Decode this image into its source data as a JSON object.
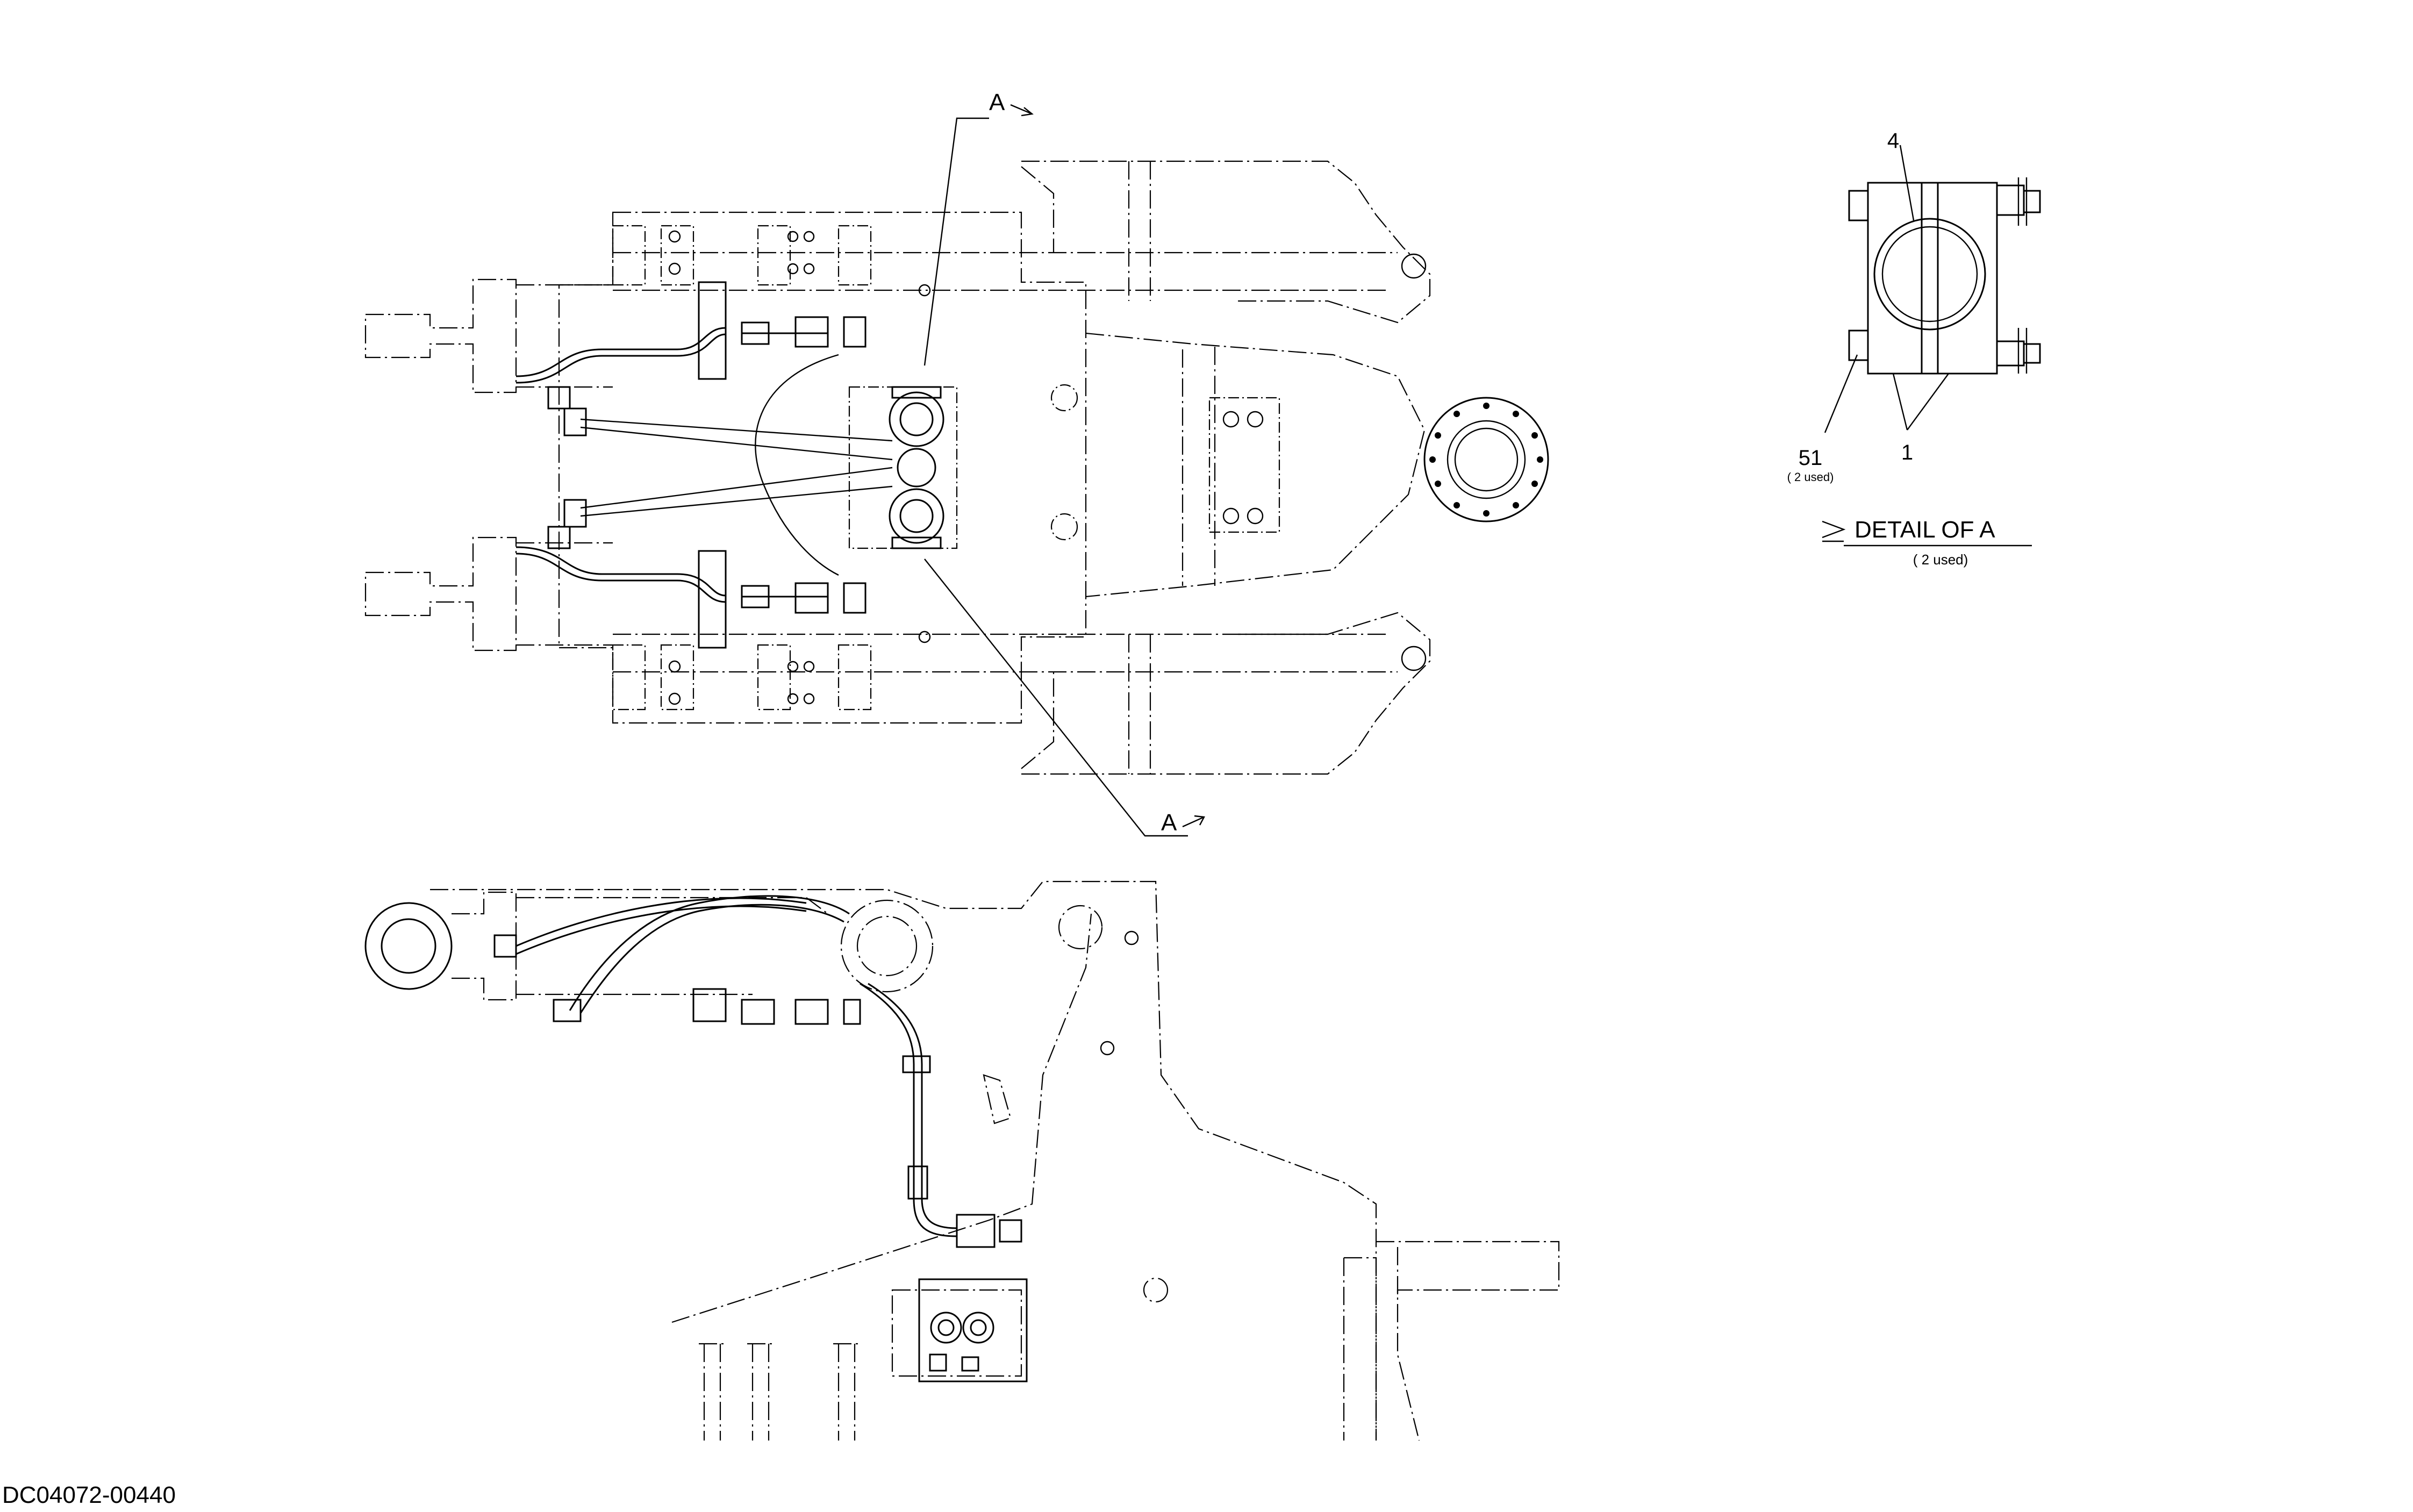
{
  "drawing_id": "DC04072-00440",
  "section_marks": {
    "top": "A",
    "bottom": "A"
  },
  "detail": {
    "title": "DETAIL OF A",
    "qty": "( 2 used)"
  },
  "callouts": [
    {
      "id": "4",
      "note": ""
    },
    {
      "id": "51",
      "note": "( 2 used)"
    },
    {
      "id": "1",
      "note": ""
    }
  ]
}
